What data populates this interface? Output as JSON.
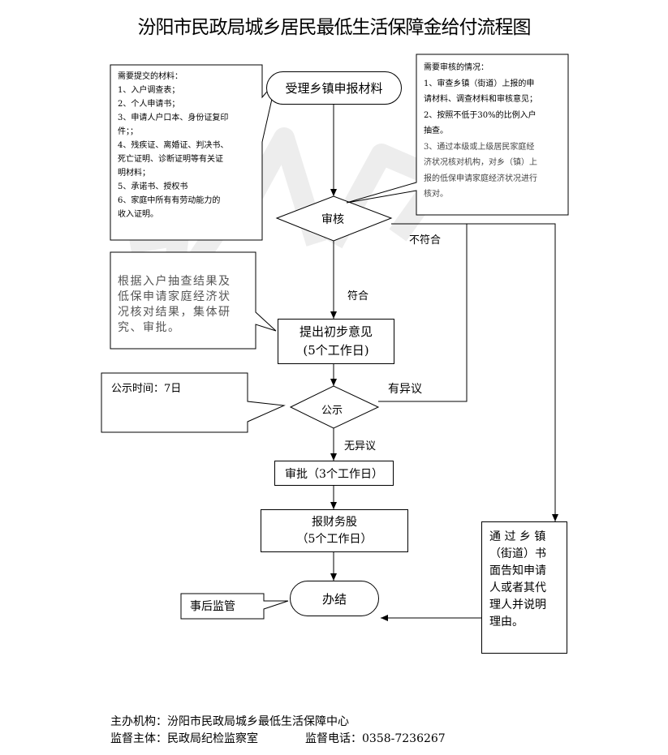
{
  "title": "汾阳市民政局城乡居民最低生活保障金给付流程图",
  "materials_note": {
    "lines": [
      "需要提交的材料：",
      "1、入户调查表；",
      "2、个人申请书；",
      "3、申请人户口本、身份证复印",
      "件；；",
      "4、残疾证、离婚证、判决书、",
      "死亡证明、诊断证明等有关证",
      "明材料；",
      "5、承诺书、授权书",
      "6、家庭中所有有劳动能力的",
      "收入证明。"
    ]
  },
  "review_note": {
    "lines": [
      "需要审核的情况：",
      "1、审查乡镇（街道）上报的申",
      "请材料、调查材料和审核意见；",
      "2、按照不低于30%的比例入户",
      "抽查。",
      "3、通过本级或上级居民家庭经",
      "济状况核对机构，对乡（镇）上",
      "报的低保申请家庭经济状况进行",
      "核对。"
    ]
  },
  "steps": {
    "accept": "受理乡镇申报材料",
    "review": "审核",
    "opinion_line1": "提出初步意见",
    "opinion_line2": "(5个工作日)",
    "publicity": "公示",
    "approve": "审批（3个工作日）",
    "finance_line1": "报财务股",
    "finance_line2": "（5个工作日）",
    "finish": "办结"
  },
  "labels": {
    "not_conform": "不符合",
    "conform": "符合",
    "objection": "有异议",
    "no_objection": "无异议"
  },
  "decision_note": {
    "lines": [
      "根据入户抽查结果及",
      "低保申请家庭经济状",
      "况核对结果，集体研",
      "究、审批。"
    ]
  },
  "publicity_note": "公示时间：7日",
  "supervision_note": "事后监管",
  "notify_box": {
    "lines": [
      "通 过 乡 镇",
      "（街道）书",
      "面告知申请",
      "人或者其代",
      "理人并说明",
      "理由。"
    ]
  },
  "footer": {
    "host": "主办机构：汾阳市民政局城乡最低生活保障中心",
    "supervisor": "监督主体：民政局纪检监察室",
    "phone": "监督电话：0358-7236267"
  }
}
